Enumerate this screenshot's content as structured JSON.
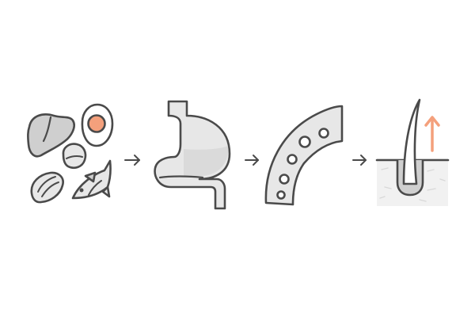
{
  "steps": [
    {
      "id": "food-sources",
      "icon": "food-sources-icon",
      "items": [
        "liver-icon",
        "egg-icon",
        "nut-icon",
        "almond-icon",
        "fish-icon"
      ]
    },
    {
      "id": "stomach",
      "icon": "stomach-icon"
    },
    {
      "id": "intestine",
      "icon": "intestine-villi-icon"
    },
    {
      "id": "hair-growth",
      "icon": "hair-follicle-icon",
      "indicator": "up-arrow-icon"
    }
  ],
  "arrows": [
    "right-arrow-icon",
    "right-arrow-icon",
    "right-arrow-icon"
  ],
  "colors": {
    "stroke": "#4a4a4a",
    "fill_light": "#e7e7e7",
    "fill_mid": "#cfcfcf",
    "accent": "#f4a07c",
    "skin": "#f1f1f1",
    "white": "#ffffff"
  }
}
